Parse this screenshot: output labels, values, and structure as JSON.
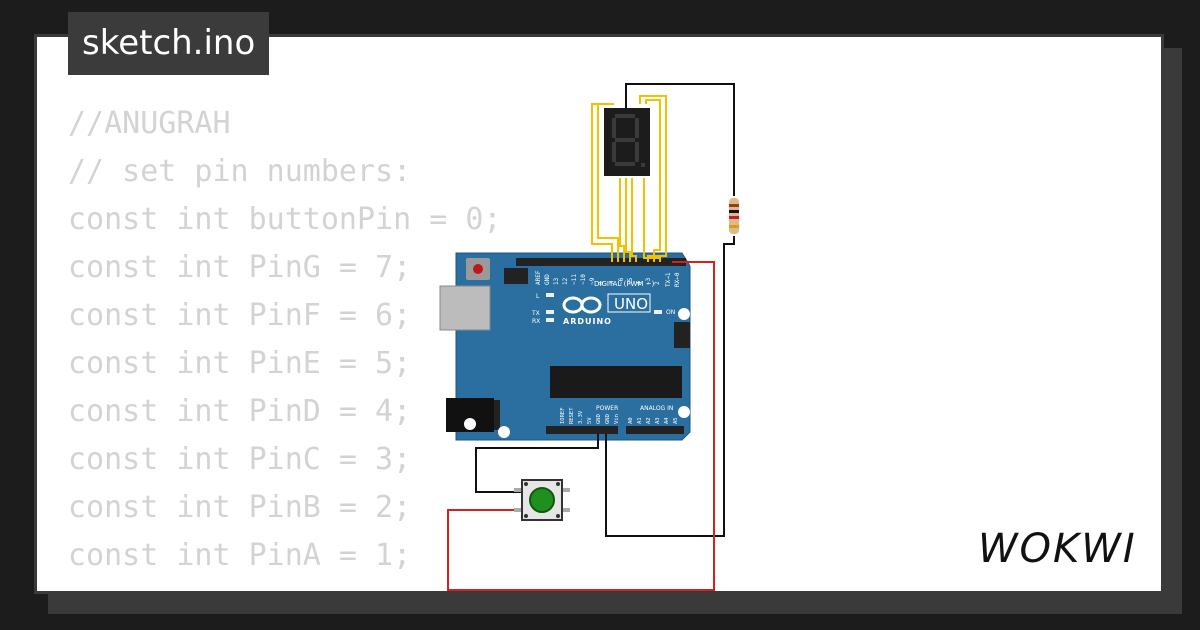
{
  "page": {
    "file_name": "sketch.ino",
    "logo_text": "WOKWI"
  },
  "code_lines": [
    "//ANUGRAH",
    "// set pin numbers:",
    "const int buttonPin = 0;",
    "const int PinG = 7;",
    "const int PinF = 6;",
    "const int PinE = 5;",
    "const int PinD = 4;",
    "const int PinC = 3;",
    "const int PinB = 2;",
    "const int PinA = 1;"
  ],
  "board": {
    "logo_text": "ARDUINO",
    "model": "UNO",
    "digital_label": "DIGITAL (PWM ~)",
    "power_label": "POWER",
    "analog_label": "ANALOG IN",
    "on_label": "ON",
    "led_labels": [
      "L",
      "TX",
      "RX"
    ],
    "top_pin_labels": [
      "AREF",
      "GND",
      "13",
      "12",
      "~11",
      "~10",
      "~9",
      "8",
      "7",
      "~6",
      "~5",
      "4",
      "~3",
      "2",
      "TX→1",
      "RX←0"
    ],
    "power_pin_labels": [
      "IOREF",
      "RESET",
      "3.3V",
      "5V",
      "GND",
      "GND",
      "Vin"
    ],
    "analog_pin_labels": [
      "A0",
      "A1",
      "A2",
      "A3",
      "A4",
      "A5"
    ]
  },
  "colors": {
    "board": "#2a6fa0",
    "wire_yellow": "#f2c200",
    "wire_black": "#111111",
    "wire_red": "#d32020",
    "button_cap": "#1f8f1f",
    "code_text": "#d3d3d3",
    "tab_bg": "#3b3b3b"
  },
  "icons": {
    "seven_segment": "seven-segment-display-icon",
    "resistor": "resistor-icon",
    "push_button": "push-button-icon",
    "arduino_logo": "infinity-icon"
  }
}
